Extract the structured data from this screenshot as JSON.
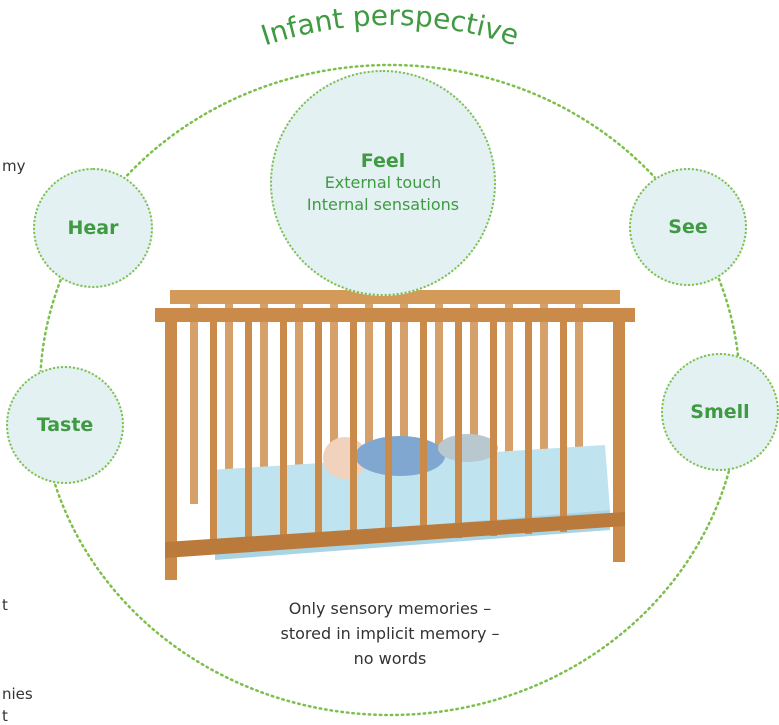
{
  "title": "Infant perspective",
  "center": {
    "label": "Feel",
    "lines": [
      "External touch",
      "Internal sensations"
    ]
  },
  "senses": {
    "hear": "Hear",
    "see": "See",
    "taste": "Taste",
    "smell": "Smell"
  },
  "caption": {
    "lines": [
      "Only sensory memories –",
      "stored in implicit memory –",
      "no words"
    ]
  },
  "edge_fragments": {
    "my": "my",
    "t1": "t",
    "nies": "nies",
    "t2": "t"
  },
  "colors": {
    "accent_green": "#3f9a42",
    "dots_green": "#7cbf4a",
    "bubble_fill": "#e3f1f3",
    "crib_wood": "#c98a4a",
    "mattress": "#bfe3ef"
  }
}
